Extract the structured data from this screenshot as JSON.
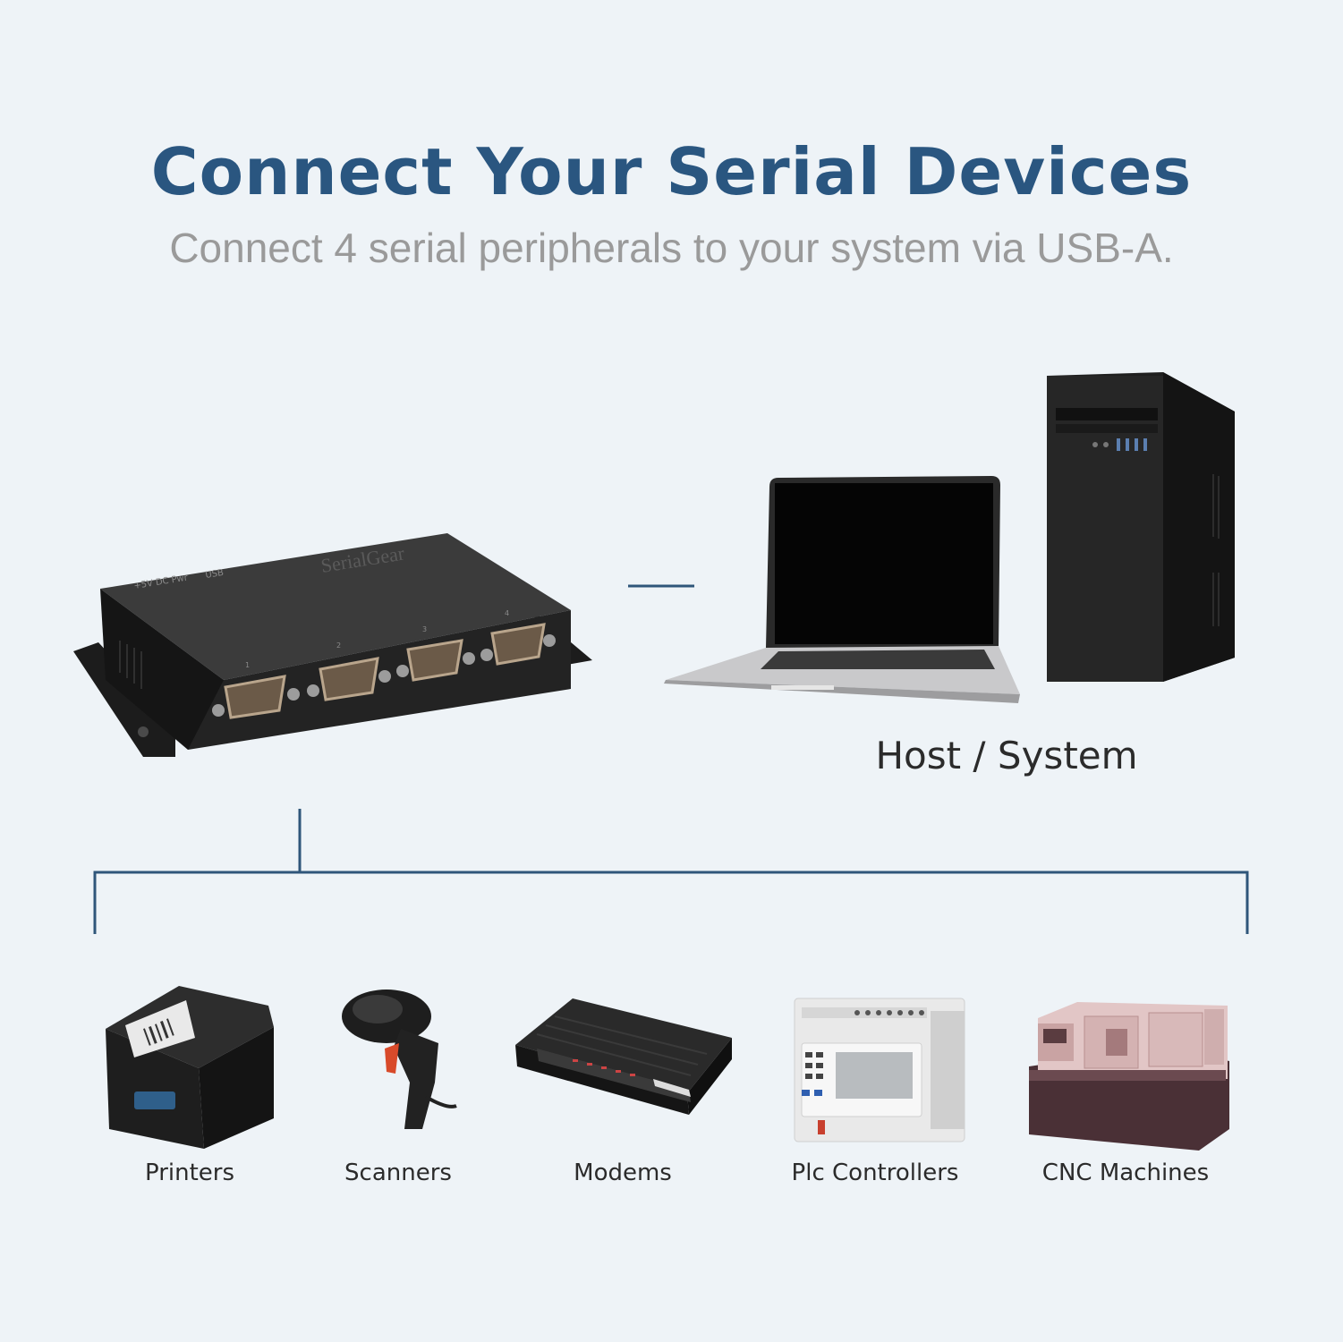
{
  "header": {
    "title": "Connect Your Serial Devices",
    "subtitle": "Connect 4 serial peripherals to your system via USB-A."
  },
  "hub": {
    "brand_text": "SerialGear",
    "label_power": "+5V DC Pwr",
    "label_usb": "USB",
    "port_numbers": [
      "1",
      "2",
      "3",
      "4"
    ]
  },
  "host": {
    "label": "Host / System"
  },
  "devices": [
    {
      "label": "Printers",
      "icon": "receipt-printer-icon"
    },
    {
      "label": "Scanners",
      "icon": "barcode-scanner-icon"
    },
    {
      "label": "Modems",
      "icon": "modem-icon"
    },
    {
      "label": "Plc Controllers",
      "icon": "plc-controller-icon"
    },
    {
      "label": "CNC Machines",
      "icon": "cnc-machine-icon"
    }
  ],
  "colors": {
    "background": "#eef3f7",
    "title": "#2a5680",
    "subtitle": "#9a9a9a",
    "connector_lines": "#2f567a",
    "label": "#2b2b2b"
  }
}
